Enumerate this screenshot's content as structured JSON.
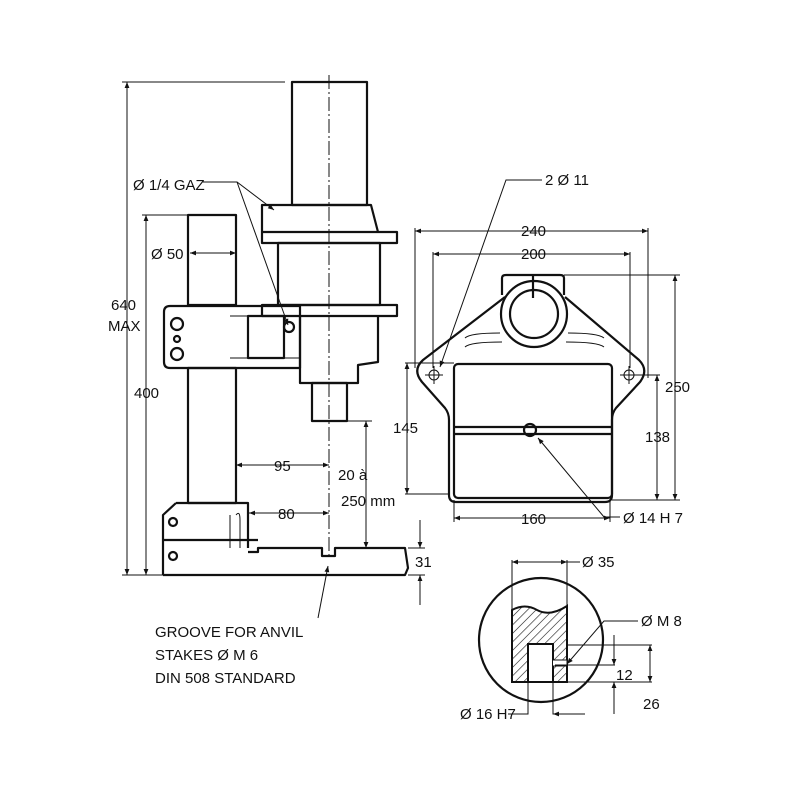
{
  "side_view": {
    "dim_overall_height": "640",
    "dim_overall_height_note": "MAX",
    "dim_column_height": "400",
    "dim_column_diameter": "Ø 50",
    "air_port": "Ø 1/4 GAZ",
    "dim_throat_95": "95",
    "dim_throat_80": "80",
    "dim_stroke_line1": "20  à",
    "dim_stroke_line2": "250 mm",
    "dim_base_height": "31",
    "groove_note": [
      "GROOVE FOR ANVIL",
      "STAKES Ø M 6",
      "DIN 508 STANDARD"
    ]
  },
  "top_view": {
    "holes": "2 Ø 11",
    "dim_240": "240",
    "dim_200": "200",
    "dim_250": "250",
    "dim_138": "138",
    "dim_145": "145",
    "dim_160": "160",
    "center_hole": "Ø 14 H 7"
  },
  "detail": {
    "dim_35": "Ø 35",
    "thread": "Ø M 8",
    "dim_12": "12",
    "dim_26": "26",
    "bore": "Ø 16 H7"
  }
}
